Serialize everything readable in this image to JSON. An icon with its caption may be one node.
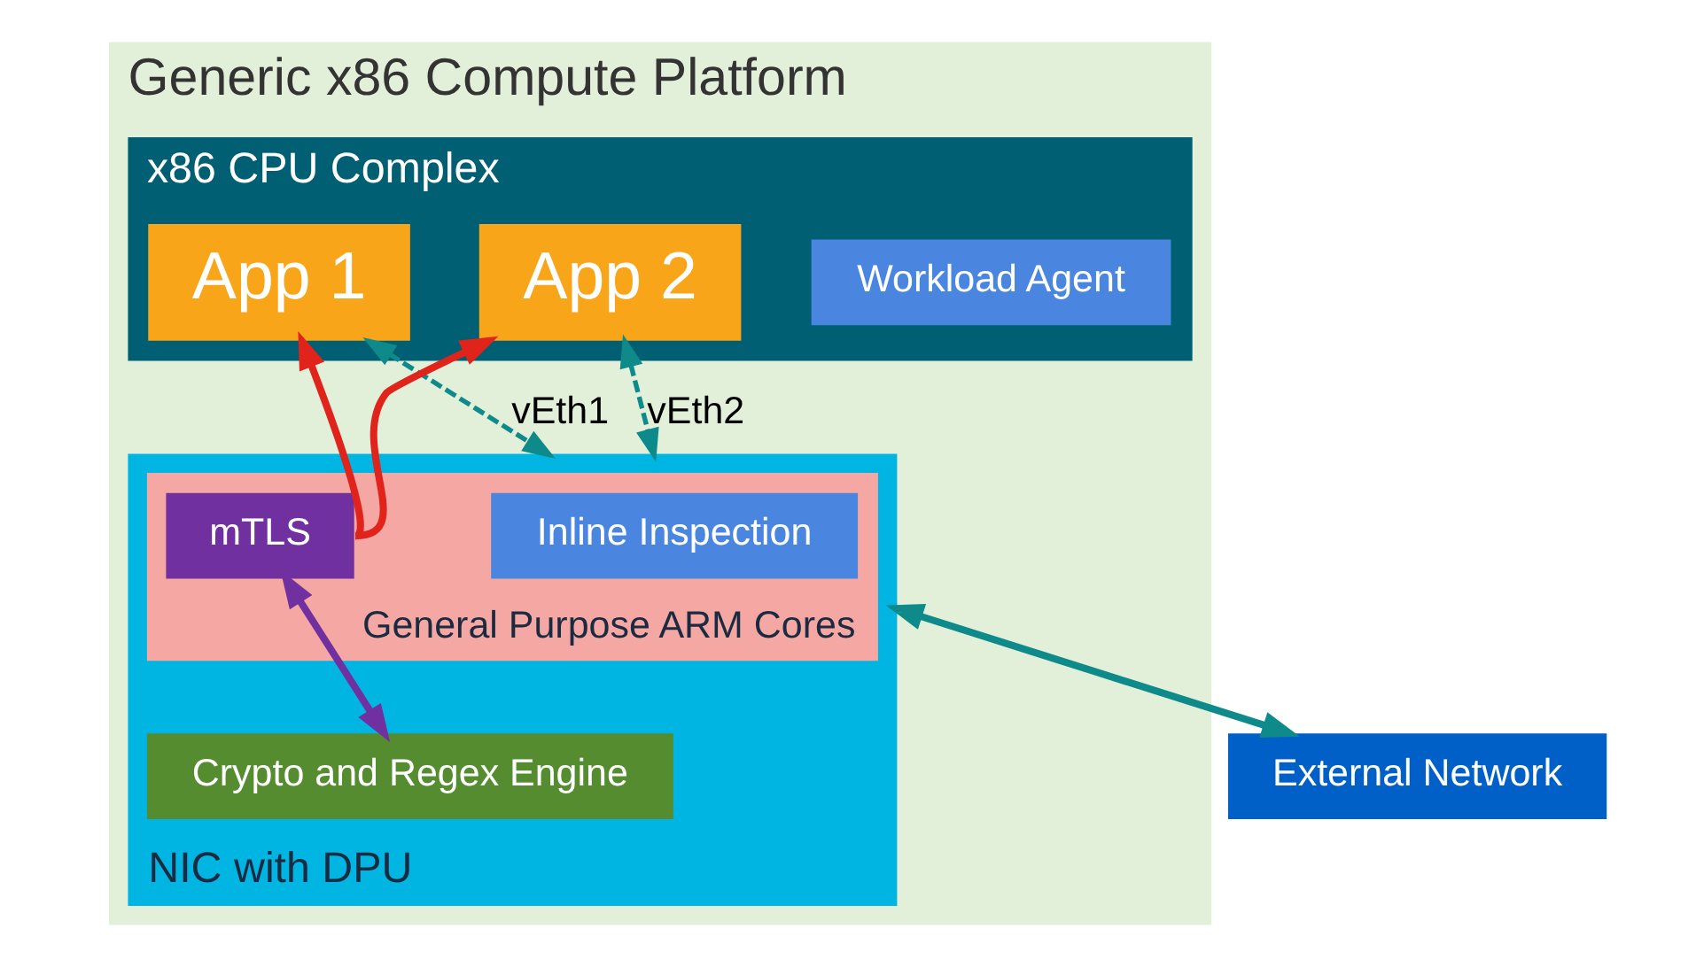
{
  "diagram": {
    "nodes": [
      {
        "text": [
          "Generic x86 Compute Platform"
        ]
      },
      {
        "text": [
          "x86 CPU Complex"
        ],
        "in": 0
      },
      {
        "text": [
          "Workload Agent"
        ],
        "in": 1
      },
      {
        "text": [
          "App 1"
        ],
        "in": 1
      },
      {
        "text": [
          "App 2"
        ],
        "in": 1
      },
      {
        "text": [
          "NIC with DPU"
        ],
        "in": 0
      },
      {
        "text": [
          "General Purpose ARM Cores"
        ],
        "in": 5
      },
      {
        "text": [
          "Inline Inspection"
        ],
        "in": 6
      },
      {
        "text": [
          "mTLS"
        ],
        "in": 6
      },
      {
        "text": [
          "Crypto and Regex Engine"
        ],
        "in": 5
      },
      {
        "text": [
          "External Network"
        ]
      }
    ],
    "edges": [
      {
        "from": 3,
        "to": 5,
        "arrow": "both",
        "label": "vEth1",
        "style": "dashed"
      },
      {
        "from": 4,
        "to": 5,
        "arrow": "both",
        "label": "vEth2",
        "style": "dashed"
      },
      {
        "from": 8,
        "to": 3,
        "arrow": "to",
        "color": "#e0241b"
      },
      {
        "from": 8,
        "to": 4,
        "arrow": "to",
        "color": "#e0241b"
      },
      {
        "from": 8,
        "to": 9,
        "arrow": "both",
        "color": "#7030a0"
      },
      {
        "from": 5,
        "to": 10,
        "arrow": "both"
      }
    ]
  }
}
